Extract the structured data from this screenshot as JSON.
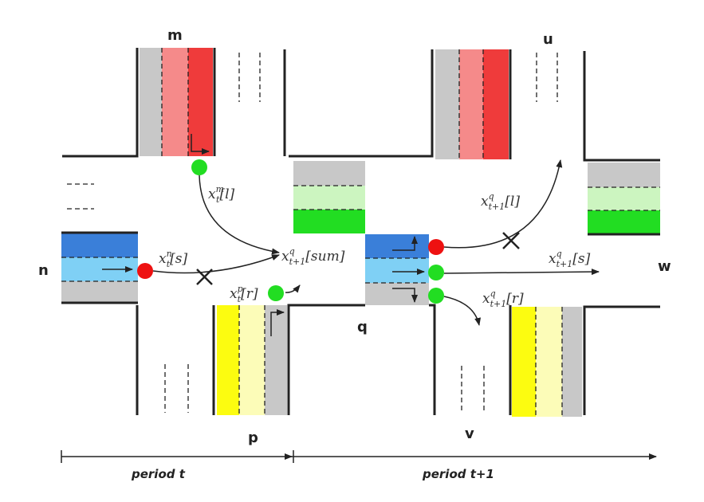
{
  "nodes": {
    "m": "m",
    "n": "n",
    "p": "p",
    "q": "q",
    "u": "u",
    "v": "v",
    "w": "w"
  },
  "flows": {
    "m_left": {
      "base": "x",
      "sub": "t",
      "sup": "m",
      "tail": "[l]"
    },
    "n_straight": {
      "base": "x",
      "sub": "t",
      "sup": "n",
      "tail": "[s]"
    },
    "p_right": {
      "base": "x",
      "sub": "t",
      "sup": "p",
      "tail": "[r]"
    },
    "q_sum": {
      "base": "x",
      "sub": "t+1",
      "sup": "q",
      "tail": "[sum]"
    },
    "q_left": {
      "base": "x",
      "sub": "t+1",
      "sup": "q",
      "tail": "[l]"
    },
    "q_straight": {
      "base": "x",
      "sub": "t+1",
      "sup": "q",
      "tail": "[s]"
    },
    "q_right": {
      "base": "x",
      "sub": "t+1",
      "sup": "q",
      "tail": "[r]"
    }
  },
  "periods": {
    "first": "period t",
    "second": "period t+1"
  },
  "colors": {
    "red_dark": "#ef3b3b",
    "red_light": "#f58a8a",
    "green_dark": "#22dd22",
    "green_light": "#ccf5c0",
    "blue_dark": "#3a7fd9",
    "blue_light": "#7fd0f5",
    "yellow_dark": "#fcfc10",
    "yellow_light": "#fcfcb8",
    "gray": "#c8c8c8",
    "signal_red": "#ee1111",
    "signal_green": "#22dd22"
  }
}
